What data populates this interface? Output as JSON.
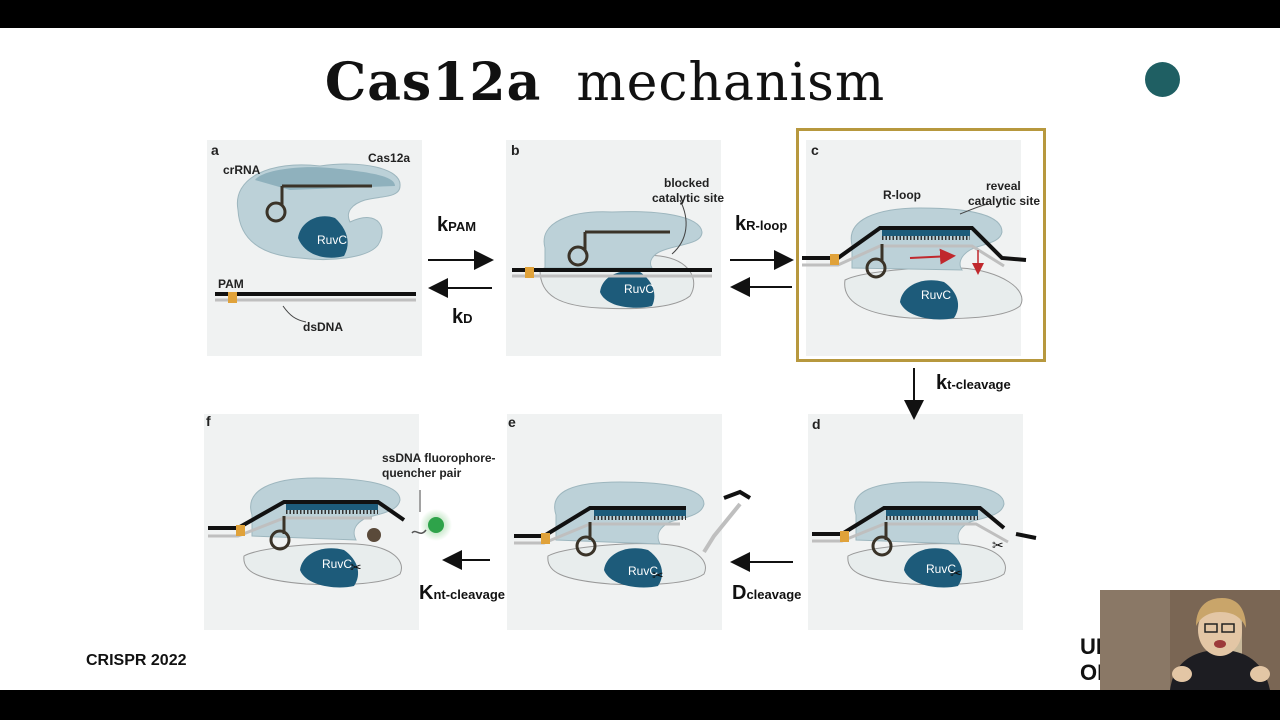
{
  "slide": {
    "title_bold": "Cas12a",
    "title_rest": "mechanism",
    "footer": "CRISPR 2022",
    "logo_line1": "UI",
    "logo_line2": "OI"
  },
  "panels": {
    "a": {
      "letter": "a",
      "crrna": "crRNA",
      "cas": "Cas12a",
      "ruvc": "RuvC",
      "pam": "PAM",
      "dsdna": "dsDNA"
    },
    "b": {
      "letter": "b",
      "blocked": "blocked",
      "catalytic": "catalytic site",
      "ruvc": "RuvC"
    },
    "c": {
      "letter": "c",
      "rloop": "R-loop",
      "reveal": "reveal",
      "catalytic": "catalytic site",
      "ruvc": "RuvC"
    },
    "d": {
      "letter": "d",
      "ruvc": "RuvC"
    },
    "e": {
      "letter": "e",
      "ruvc": "RuvC"
    },
    "f": {
      "letter": "f",
      "ssdna1": "ssDNA fluorophore-",
      "ssdna2": "quencher pair",
      "ruvc": "RuvC"
    }
  },
  "rates": {
    "kpam": {
      "main": "k",
      "sub": "PAM"
    },
    "kd": {
      "main": "k",
      "sub": "D"
    },
    "krloop": {
      "main": "k",
      "sub": "R-loop"
    },
    "ktcleave": {
      "main": "k",
      "sub": "t-cleavage"
    },
    "dcleave": {
      "main": "D",
      "sub": "cleavage"
    },
    "kntcleave": {
      "main": "K",
      "sub": "nt-cleavage"
    }
  },
  "colors": {
    "protein": "#bcd1d8",
    "protein_dark": "#8fb1bd",
    "ruvc": "#1d5b7a",
    "pam": "#e0a23a",
    "highlight": "#b7983e",
    "dot": "#1f5f63",
    "fluor": "#2ea34a",
    "arrow_red": "#c0282d"
  }
}
